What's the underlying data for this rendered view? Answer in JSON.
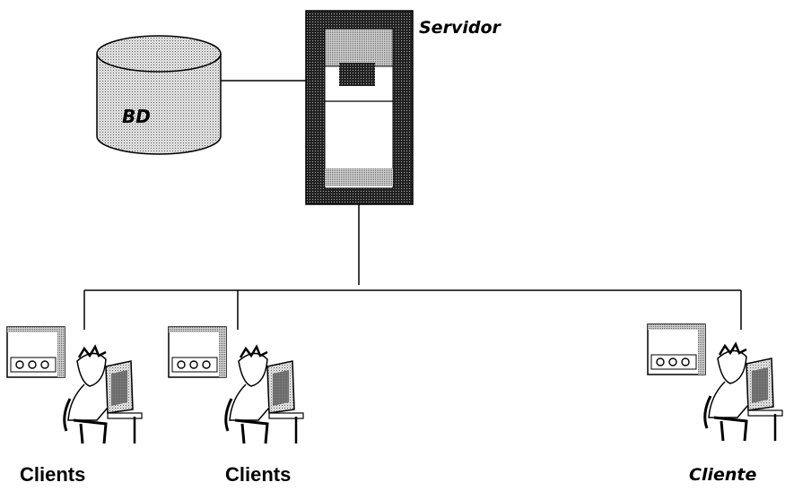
{
  "server": {
    "label": "Servidor"
  },
  "database": {
    "label": "BD"
  },
  "clients": [
    {
      "label": "Clients"
    },
    {
      "label": "Clients"
    },
    {
      "label": "Cliente"
    }
  ],
  "colors": {
    "line": "#000000",
    "shade": "#b8b8b8",
    "dark": "#3a3a3a"
  }
}
